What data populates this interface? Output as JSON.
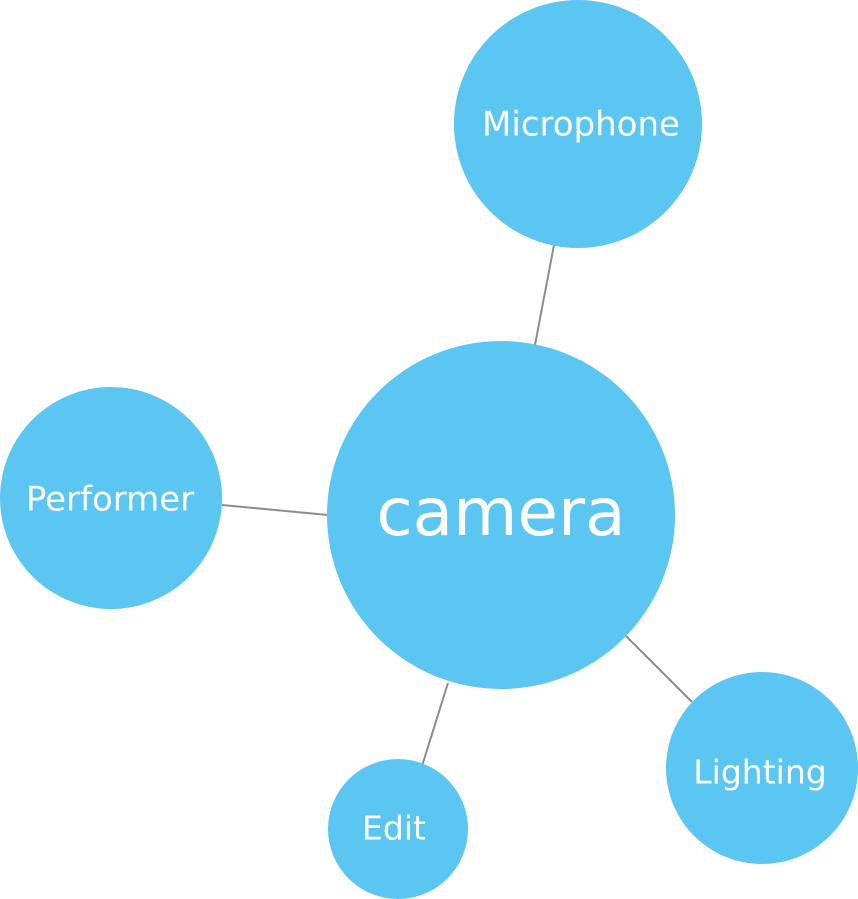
{
  "diagram": {
    "center": {
      "label": "camera"
    },
    "nodes": [
      {
        "id": "microphone",
        "label": "Microphone"
      },
      {
        "id": "performer",
        "label": "Performer"
      },
      {
        "id": "lighting",
        "label": "Lighting"
      },
      {
        "id": "edit",
        "label": "Edit"
      }
    ],
    "colors": {
      "node_fill": "#5BC6F1",
      "connector": "#8C8C8C",
      "label_text": "#FFFFFF",
      "background": "#FFFFFF"
    }
  }
}
